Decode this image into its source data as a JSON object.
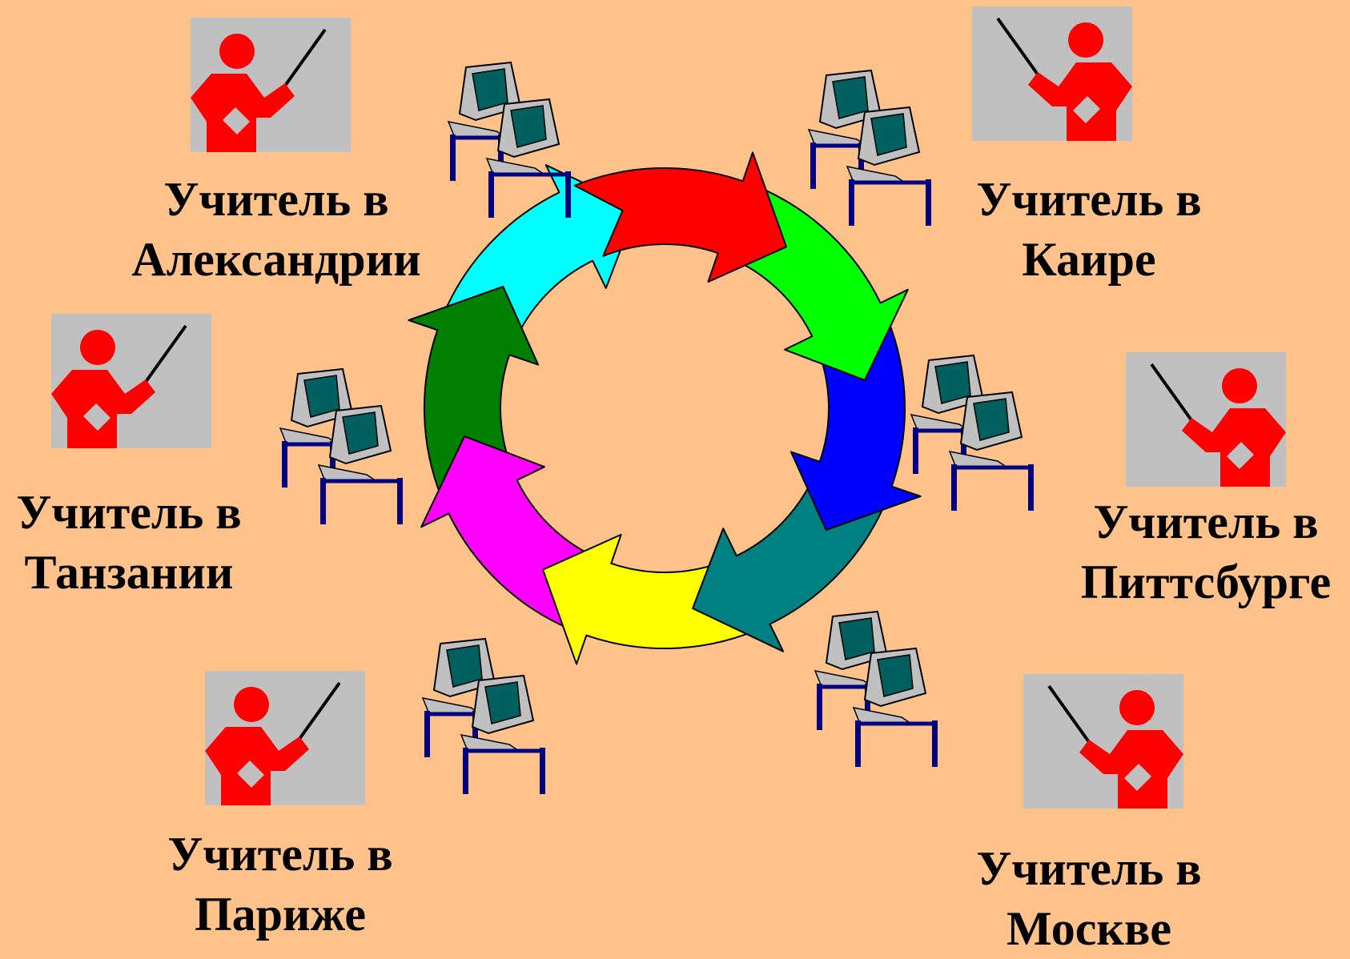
{
  "diagram": {
    "background": "#FFC28A",
    "ring_segment_colors": [
      "#FF0000",
      "#00FF00",
      "#0000FF",
      "#008080",
      "#FFFF00",
      "#FF00FF",
      "#008000",
      "#00FFFF"
    ],
    "figure_color": "#FF0000",
    "board_color": "#C0C0C0",
    "screen_color": "#006060",
    "desk_leg_color": "#000080"
  },
  "teachers": [
    {
      "id": "alexandria",
      "line1": "Учитель в",
      "line2": "Александрии"
    },
    {
      "id": "cairo",
      "line1": "Учитель в",
      "line2": "Каире"
    },
    {
      "id": "tanzania",
      "line1": "Учитель в",
      "line2": "Танзании"
    },
    {
      "id": "pittsburgh",
      "line1": "Учитель в",
      "line2": "Питтсбурге"
    },
    {
      "id": "paris",
      "line1": "Учитель в",
      "line2": "Париже"
    },
    {
      "id": "moscow",
      "line1": "Учитель в",
      "line2": "Москве"
    }
  ]
}
